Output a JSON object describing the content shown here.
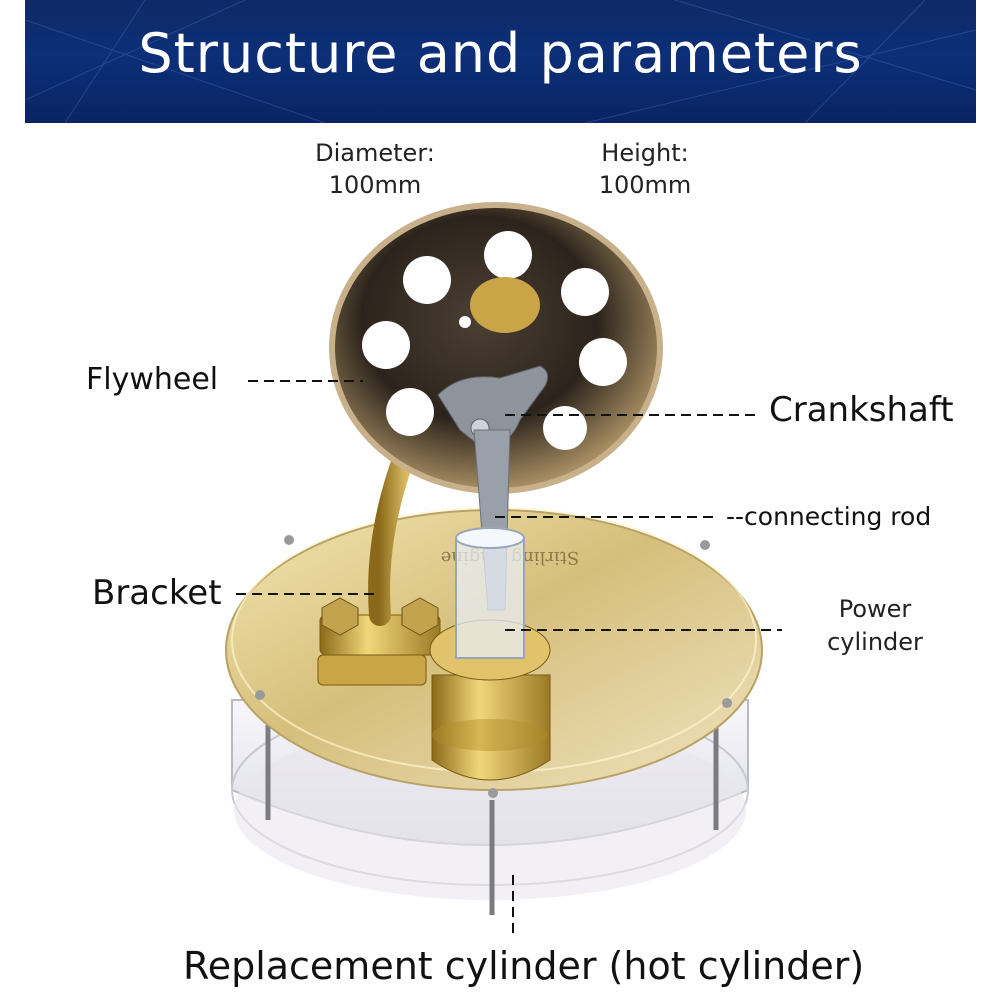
{
  "banner": {
    "title": "Structure and parameters"
  },
  "dimensions": {
    "diameter_label": "Diameter:",
    "diameter_value": "100mm",
    "height_label": "Height:",
    "height_value": "100mm"
  },
  "callouts": {
    "flywheel": "Flywheel",
    "crankshaft": "Crankshaft",
    "connecting_rod": "--connecting rod",
    "bracket": "Bracket",
    "power_cylinder_line1": "Power",
    "power_cylinder_line2": "cylinder",
    "replacement_cylinder": "Replacement cylinder (hot cylinder)"
  },
  "product": {
    "engraving": "Stirling Engine"
  },
  "colors": {
    "banner": "#0c2f78",
    "brass": "#d9b54a",
    "chrome": "#c9c2b8",
    "leader_line": "#111111"
  }
}
